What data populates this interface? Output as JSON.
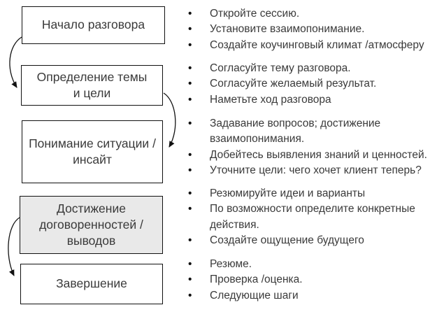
{
  "diagram": {
    "bullet_glyph": "•",
    "colors": {
      "background": "#ffffff",
      "box_border": "#111111",
      "highlight_fill": "#e9e9e9",
      "text": "#3a3a3a",
      "arrow": "#111111"
    },
    "stages": [
      {
        "label": "Начало разговора",
        "highlighted": false,
        "items": [
          "Откройте сессию.",
          "Установите взаимопонимание.",
          "Создайте коучинговый климат /атмосферу"
        ]
      },
      {
        "label": "Определение темы\nи цели",
        "highlighted": false,
        "items": [
          "Согласуйте тему разговора.",
          "Согласуйте желаемый результат.",
          "Наметьте ход разговора"
        ]
      },
      {
        "label": "Понимание ситуации /\nинсайт",
        "highlighted": false,
        "items": [
          "Задавание вопросов; достижение\nвзаимопонимания.",
          "Добейтесь выявления знаний и ценностей.",
          "Уточните цели: чего хочет клиент теперь?"
        ]
      },
      {
        "label": "Достижение\nдоговоренностей /\nвыводов",
        "highlighted": true,
        "items": [
          "Резюмируйте идеи и варианты",
          "По возможности определите конкретные\nдействия.",
          "Создайте ощущение будущего"
        ]
      },
      {
        "label": "Завершение",
        "highlighted": false,
        "items": [
          "Резюме.",
          "Проверка /оценка.",
          "Следующие шаги"
        ]
      }
    ]
  }
}
